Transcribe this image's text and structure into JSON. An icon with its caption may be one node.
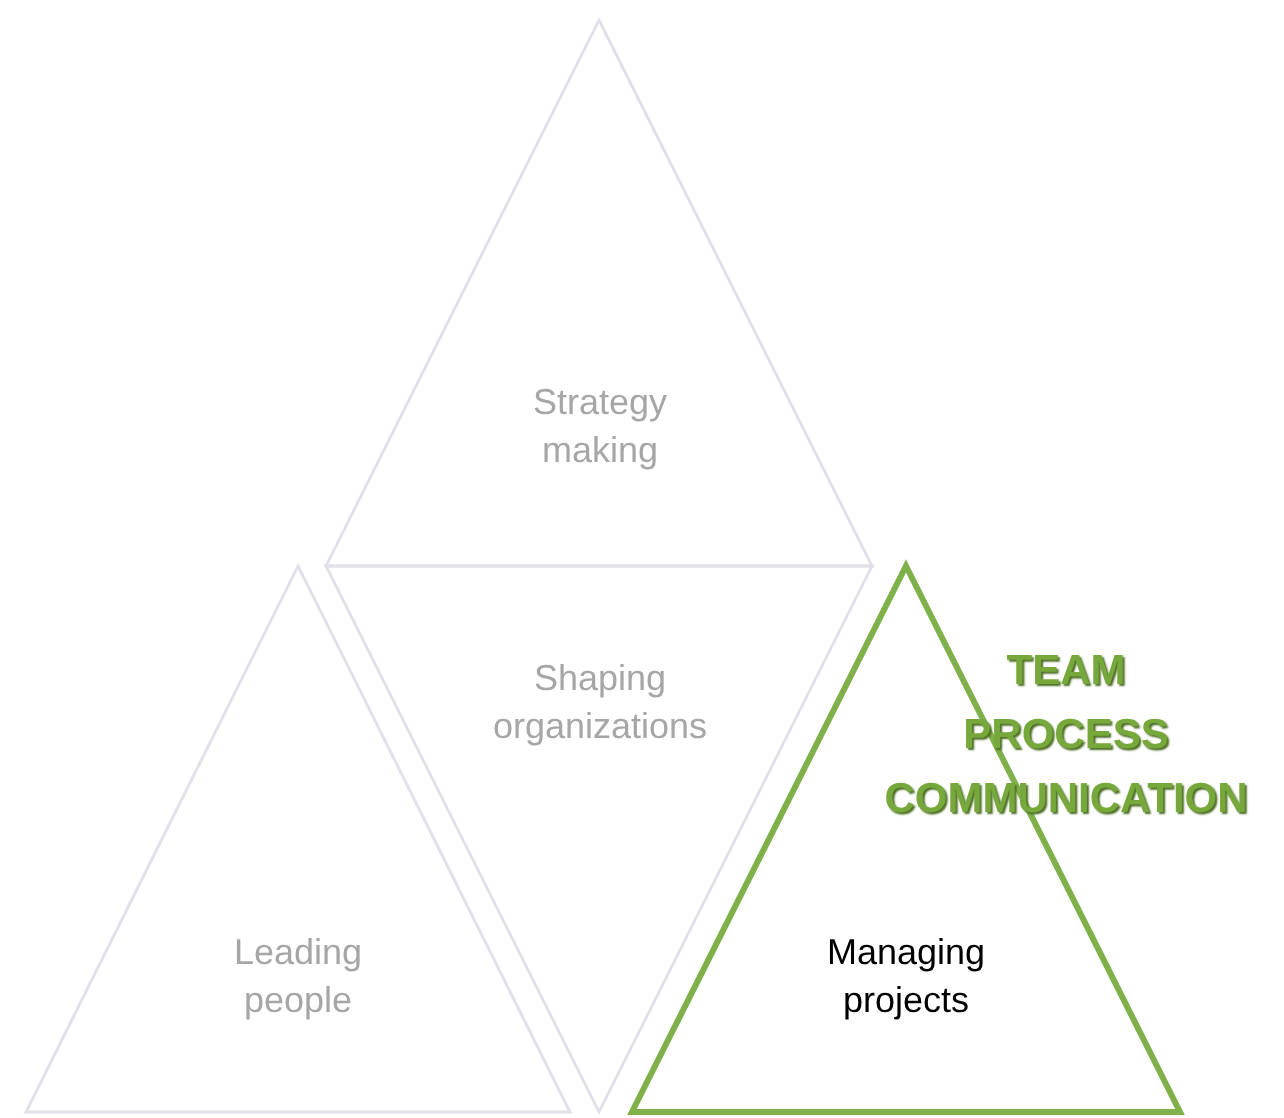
{
  "diagram": {
    "nodes": [
      {
        "text": [
          "Strategy making"
        ]
      },
      {
        "text": [
          "Shaping organizations"
        ]
      },
      {
        "text": [
          "Leading people"
        ]
      },
      {
        "text": [
          "Managing projects"
        ]
      }
    ],
    "labels": [
      "TEAM PROCESS COMMUNICATION"
    ]
  }
}
